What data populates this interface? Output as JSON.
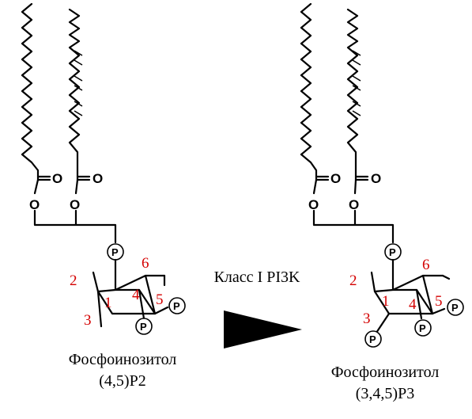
{
  "reaction": {
    "enzyme_label": "Класс I PI3K",
    "arrow_icon": "black-triangle-arrow"
  },
  "substrate": {
    "name_line1": "Фосфоинозитол",
    "name_line2": "(4,5)P2",
    "ester_oxygen_1": "O",
    "ester_oxygen_2": "O",
    "carbonyl_oxygen_1": "O",
    "carbonyl_oxygen_2": "O",
    "phosphate_label": "P",
    "positions": [
      "1",
      "2",
      "3",
      "4",
      "5",
      "6"
    ]
  },
  "product": {
    "name_line1": "Фосфоинозитол",
    "name_line2": "(3,4,5)P3",
    "ester_oxygen_1": "O",
    "ester_oxygen_2": "O",
    "carbonyl_oxygen_1": "O",
    "carbonyl_oxygen_2": "O",
    "phosphate_label": "P",
    "positions": [
      "1",
      "2",
      "3",
      "4",
      "5",
      "6"
    ]
  },
  "colors": {
    "structure": "#000000",
    "position_numbers": "#d40000",
    "background": "#ffffff"
  }
}
